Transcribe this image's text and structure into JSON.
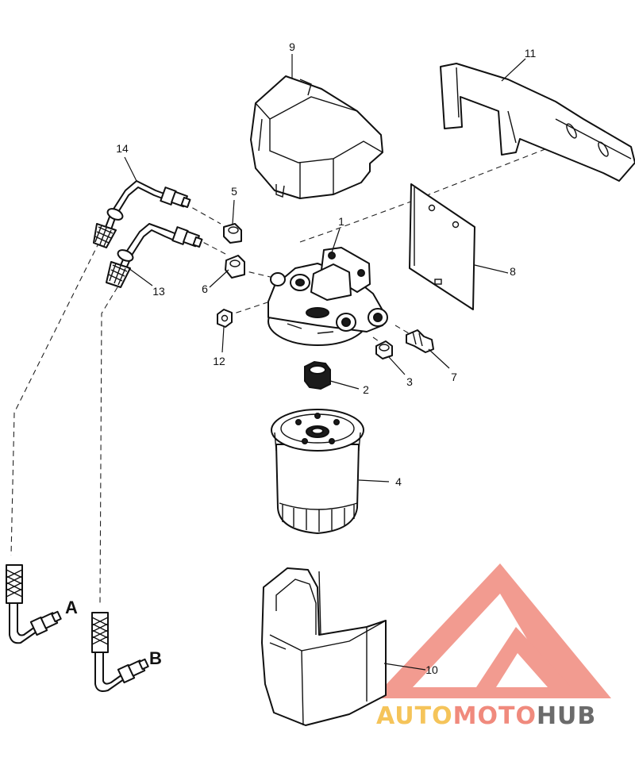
{
  "callouts": {
    "c1": "1",
    "c2": "2",
    "c3": "3",
    "c4": "4",
    "c5": "5",
    "c6": "6",
    "c7": "7",
    "c8": "8",
    "c9": "9",
    "c10": "10",
    "c11": "11",
    "c12": "12",
    "c13": "13",
    "c14": "14"
  },
  "connectors": {
    "a": "A",
    "b": "B"
  },
  "watermark": {
    "part1": "AUTO",
    "part2": "MOTO",
    "part3": "HUB",
    "color1": "#f5c45a",
    "color2": "#f08a7d",
    "color3": "#6b6b6b",
    "logo_color": "#f08a7d"
  }
}
